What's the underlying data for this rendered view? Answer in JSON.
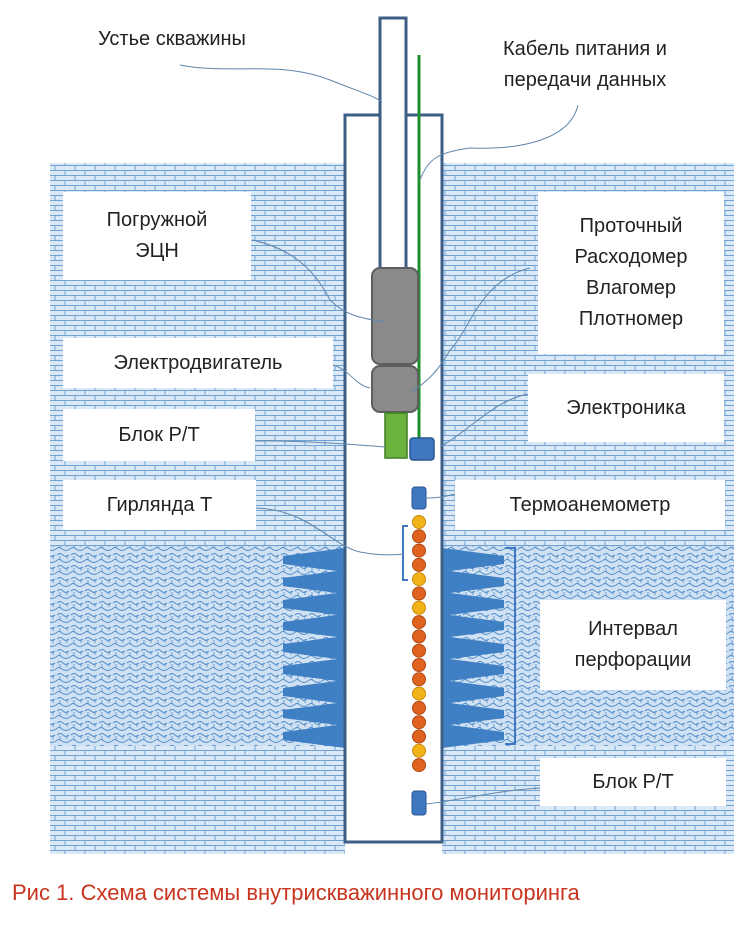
{
  "labels": {
    "wellhead": "Устье скважины",
    "cable_line1": "Кабель питания и",
    "cable_line2": "передачи данных",
    "esp_line1": "Погружной",
    "esp_line2": "ЭЦН",
    "meter_line1": "Проточный",
    "meter_line2": "Расходомер",
    "meter_line3": "Влагомер",
    "meter_line4": "Плотномер",
    "motor": "Электродвигатель",
    "electronics": "Электроника",
    "pt_block_top": "Блок P/T",
    "garland": "Гирлянда Т",
    "anemometer": "Термоанемометр",
    "interval_line1": "Интервал",
    "interval_line2": "перфорации",
    "pt_block_bottom": "Блок P/T"
  },
  "caption": {
    "prefix": "Рис 1.",
    "text": "Схема системы внутрискважинного мониторинга"
  },
  "colors": {
    "brick_fill": "#dbe9f6",
    "brick_line": "#6fa2d2",
    "perforation": "#3f7fc4",
    "cable": "#1e8f2c",
    "pump": "#8a8a8a",
    "green_block": "#6ab43e",
    "sensor_blue": "#3f78c1",
    "bead_orange": "#e0641f",
    "bead_yellow": "#f2b21a",
    "caption_red": "#c8341e"
  }
}
